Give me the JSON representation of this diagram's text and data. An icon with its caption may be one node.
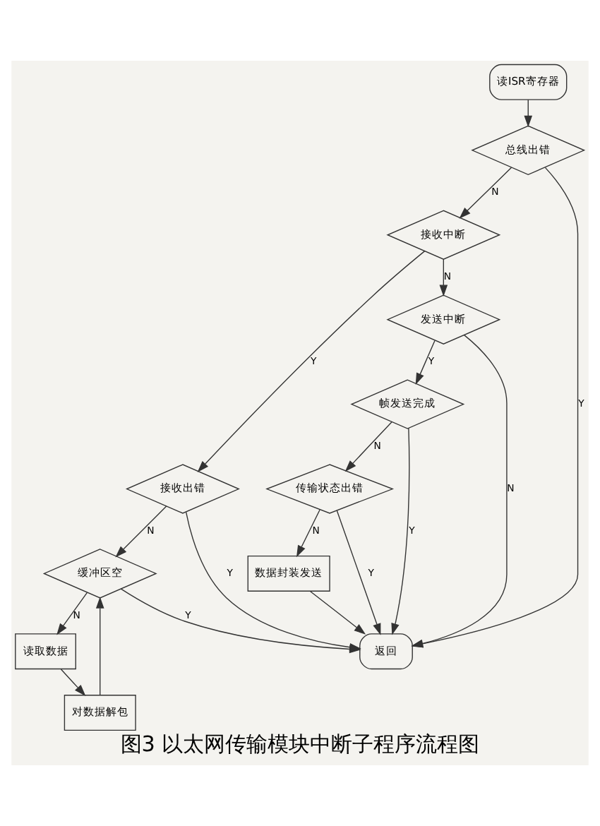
{
  "diagram": {
    "caption": "图3 以太网传输模块中断子程序流程图",
    "nodes": [
      {
        "text": [
          "读ISR寄存器"
        ]
      },
      {
        "text": [
          "总线出错"
        ]
      },
      {
        "text": [
          "接收中断"
        ]
      },
      {
        "text": [
          "接收出错"
        ]
      },
      {
        "text": [
          "缓冲区空"
        ]
      },
      {
        "text": [
          "读取数据"
        ]
      },
      {
        "text": [
          "对数据解包"
        ]
      },
      {
        "text": [
          "发送中断"
        ]
      },
      {
        "text": [
          "帧发送完成"
        ]
      },
      {
        "text": [
          "传输状态出错"
        ]
      },
      {
        "text": [
          "数据封装发送"
        ]
      },
      {
        "text": [
          "返回"
        ]
      }
    ],
    "edges": [
      {
        "from": 0,
        "to": 1,
        "arrow": "to"
      },
      {
        "from": 1,
        "to": 2,
        "arrow": "to",
        "label": "N"
      },
      {
        "from": 1,
        "to": 11,
        "arrow": "to",
        "label": "Y"
      },
      {
        "from": 2,
        "to": 3,
        "arrow": "to",
        "label": "Y"
      },
      {
        "from": 2,
        "to": 7,
        "arrow": "to",
        "label": "N"
      },
      {
        "from": 3,
        "to": 11,
        "arrow": "to",
        "label": "Y"
      },
      {
        "from": 3,
        "to": 4,
        "arrow": "to",
        "label": "N"
      },
      {
        "from": 4,
        "to": 11,
        "arrow": "to",
        "label": "Y"
      },
      {
        "from": 4,
        "to": 5,
        "arrow": "to",
        "label": "N"
      },
      {
        "from": 5,
        "to": 6,
        "arrow": "to"
      },
      {
        "from": 6,
        "to": 4,
        "arrow": "to"
      },
      {
        "from": 7,
        "to": 8,
        "arrow": "to",
        "label": "Y"
      },
      {
        "from": 7,
        "to": 11,
        "arrow": "to",
        "label": "N"
      },
      {
        "from": 8,
        "to": 11,
        "arrow": "to",
        "label": "Y"
      },
      {
        "from": 8,
        "to": 9,
        "arrow": "to",
        "label": "N"
      },
      {
        "from": 9,
        "to": 11,
        "arrow": "to",
        "label": "Y"
      },
      {
        "from": 9,
        "to": 10,
        "arrow": "to",
        "label": "N"
      },
      {
        "from": 10,
        "to": 11,
        "arrow": "to"
      }
    ]
  }
}
